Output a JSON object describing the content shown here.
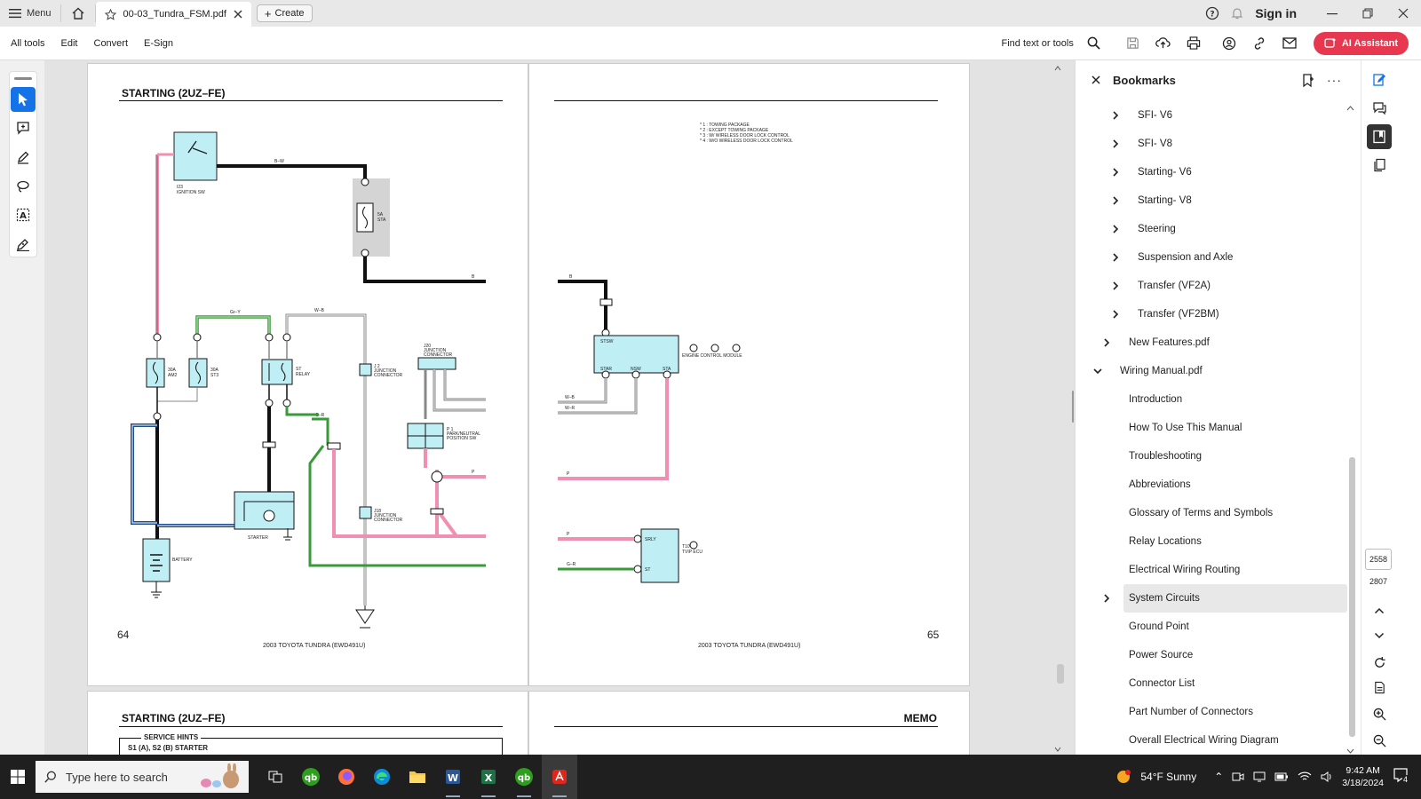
{
  "titlebar": {
    "menu_label": "Menu",
    "tab_title": "00-03_Tundra_FSM.pdf",
    "create_label": "Create",
    "signin_label": "Sign in"
  },
  "menubar": {
    "items": [
      "All tools",
      "Edit",
      "Convert",
      "E-Sign"
    ],
    "find_label": "Find text or tools",
    "ai_label": "AI Assistant"
  },
  "pages": {
    "p64": {
      "title": "STARTING (2UZ–FE)",
      "number": "64",
      "footer": "2003 TOYOTA TUNDRA (EWD491U)"
    },
    "p65": {
      "title": "",
      "number": "65",
      "footer": "2003 TOYOTA TUNDRA (EWD491U)",
      "notes": [
        "* 1 : TOWING PACKAGE",
        "* 2 : EXCEPT TOWING PACKAGE",
        "* 3 : W/ WIRELESS DOOR LOCK CONTROL",
        "* 4 : W/O WIRELESS DOOR LOCK CONTROL"
      ]
    },
    "p66": {
      "title": "STARTING (2UZ–FE)",
      "hint_title": "SERVICE HINTS",
      "hint_line": "S1 (A), S2 (B)  STARTER"
    },
    "p67": {
      "title": "MEMO"
    }
  },
  "schematic": {
    "ignition_sw": "I23\nIGNITION SW",
    "fuse_sta": "5A\nSTA",
    "fuse_am2": "30A\nAM2",
    "fuse_st3": "30A\nST3",
    "st_relay": "ST\nRELAY",
    "jc_j2": "J 2\nJUNCTION\nCONNECTOR",
    "jc_j20": "J20\nJUNCTION\nCONNECTOR",
    "pn_sw": "P 1\nPARK/NEUTRAL\nPOSITION SW",
    "jc_j18": "J18\nJUNCTION\nCONNECTOR",
    "starter": "STARTER",
    "battery": "BATTERY",
    "ecm": "ENGINE CONTROL MODULE",
    "ecm_pins": [
      "STSW",
      "STAR",
      "NSW",
      "STA"
    ],
    "tvip": "T10\nTVIP ECU",
    "tvip_pins": [
      "SRLY",
      "ST"
    ],
    "wire_b_w": "B–W",
    "wire_b": "B",
    "wire_gr_y": "Gr–Y",
    "wire_w_b": "W–B",
    "wire_p": "P",
    "wire_g_r": "G–R",
    "wire_w_r": "W–R"
  },
  "bookmarks": {
    "title": "Bookmarks",
    "items": [
      {
        "label": "SFI- V6",
        "level": 2,
        "chevron": "right"
      },
      {
        "label": "SFI- V8",
        "level": 2,
        "chevron": "right"
      },
      {
        "label": "Starting- V6",
        "level": 2,
        "chevron": "right"
      },
      {
        "label": "Starting- V8",
        "level": 2,
        "chevron": "right"
      },
      {
        "label": "Steering",
        "level": 2,
        "chevron": "right"
      },
      {
        "label": "Suspension and Axle",
        "level": 2,
        "chevron": "right"
      },
      {
        "label": "Transfer (VF2A)",
        "level": 2,
        "chevron": "right"
      },
      {
        "label": "Transfer (VF2BM)",
        "level": 2,
        "chevron": "right"
      },
      {
        "label": "New Features.pdf",
        "level": 1,
        "chevron": "right"
      },
      {
        "label": "Wiring Manual.pdf",
        "level": 0,
        "chevron": "down"
      },
      {
        "label": "Introduction",
        "level": 1,
        "chevron": "none"
      },
      {
        "label": "How To Use This Manual",
        "level": 1,
        "chevron": "none"
      },
      {
        "label": "Troubleshooting",
        "level": 1,
        "chevron": "none"
      },
      {
        "label": "Abbreviations",
        "level": 1,
        "chevron": "none"
      },
      {
        "label": "Glossary of Terms and Symbols",
        "level": 1,
        "chevron": "none"
      },
      {
        "label": "Relay Locations",
        "level": 1,
        "chevron": "none"
      },
      {
        "label": "Electrical Wiring Routing",
        "level": 1,
        "chevron": "none"
      },
      {
        "label": "System Circuits",
        "level": 1,
        "chevron": "right",
        "selected": true
      },
      {
        "label": "Ground Point",
        "level": 1,
        "chevron": "none"
      },
      {
        "label": "Power Source",
        "level": 1,
        "chevron": "none"
      },
      {
        "label": "Connector List",
        "level": 1,
        "chevron": "none"
      },
      {
        "label": "Part Number of Connectors",
        "level": 1,
        "chevron": "none"
      },
      {
        "label": "Overall Electrical Wiring Diagram",
        "level": 1,
        "chevron": "none"
      }
    ]
  },
  "rightrail": {
    "current_page": "2558",
    "total_pages": "2807"
  },
  "taskbar": {
    "search_placeholder": "Type here to search",
    "weather": "54°F  Sunny",
    "time": "9:42 AM",
    "date": "3/18/2024",
    "notification_count": "4"
  },
  "colors": {
    "accent": "#1473e6",
    "ai": "#e8384f",
    "wire_pink": "#f08fb0",
    "wire_green": "#3a9a3a",
    "component": "#bfeef5"
  }
}
